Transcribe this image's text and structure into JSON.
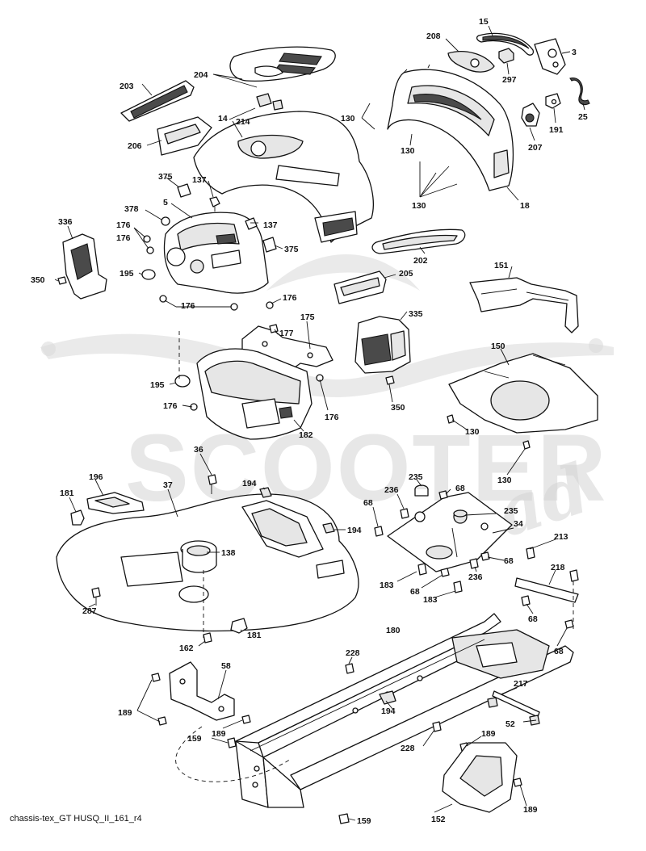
{
  "caption": "chassis-tex_GT HUSQ_II_161_r4",
  "watermark": {
    "brand": "SCOOTER",
    "script": "ad"
  },
  "callouts": [
    {
      "id": "c15",
      "label": "15"
    },
    {
      "id": "c208",
      "label": "208"
    },
    {
      "id": "c3",
      "label": "3"
    },
    {
      "id": "c297",
      "label": "297"
    },
    {
      "id": "c25",
      "label": "25"
    },
    {
      "id": "c191",
      "label": "191"
    },
    {
      "id": "c207",
      "label": "207"
    },
    {
      "id": "c18",
      "label": "18"
    },
    {
      "id": "c130a",
      "label": "130"
    },
    {
      "id": "c130b",
      "label": "130"
    },
    {
      "id": "c130c",
      "label": "130"
    },
    {
      "id": "c204",
      "label": "204"
    },
    {
      "id": "c203",
      "label": "203"
    },
    {
      "id": "c214",
      "label": "214"
    },
    {
      "id": "c14",
      "label": "14"
    },
    {
      "id": "c206",
      "label": "206"
    },
    {
      "id": "c375a",
      "label": "375"
    },
    {
      "id": "c137a",
      "label": "137"
    },
    {
      "id": "c378",
      "label": "378"
    },
    {
      "id": "c5",
      "label": "5"
    },
    {
      "id": "c137b",
      "label": "137"
    },
    {
      "id": "c336",
      "label": "336"
    },
    {
      "id": "c176a",
      "label": "176"
    },
    {
      "id": "c176b",
      "label": "176"
    },
    {
      "id": "c375b",
      "label": "375"
    },
    {
      "id": "c202",
      "label": "202"
    },
    {
      "id": "c195a",
      "label": "195"
    },
    {
      "id": "c350a",
      "label": "350"
    },
    {
      "id": "c205",
      "label": "205"
    },
    {
      "id": "c176c",
      "label": "176"
    },
    {
      "id": "c176d",
      "label": "176"
    },
    {
      "id": "c151",
      "label": "151"
    },
    {
      "id": "c175",
      "label": "175"
    },
    {
      "id": "c177",
      "label": "177"
    },
    {
      "id": "c335",
      "label": "335"
    },
    {
      "id": "c150",
      "label": "150"
    },
    {
      "id": "c195b",
      "label": "195"
    },
    {
      "id": "c176e",
      "label": "176"
    },
    {
      "id": "c176f",
      "label": "176"
    },
    {
      "id": "c350b",
      "label": "350"
    },
    {
      "id": "c130d",
      "label": "130"
    },
    {
      "id": "c182",
      "label": "182"
    },
    {
      "id": "c130e",
      "label": "130"
    },
    {
      "id": "c36",
      "label": "36"
    },
    {
      "id": "c235a",
      "label": "235"
    },
    {
      "id": "c196",
      "label": "196"
    },
    {
      "id": "c37",
      "label": "37"
    },
    {
      "id": "c194a",
      "label": "194"
    },
    {
      "id": "c236a",
      "label": "236"
    },
    {
      "id": "c68a",
      "label": "68"
    },
    {
      "id": "c181a",
      "label": "181"
    },
    {
      "id": "c68b",
      "label": "68"
    },
    {
      "id": "c235b",
      "label": "235"
    },
    {
      "id": "c194b",
      "label": "194"
    },
    {
      "id": "c34",
      "label": "34"
    },
    {
      "id": "c213",
      "label": "213"
    },
    {
      "id": "c138",
      "label": "138"
    },
    {
      "id": "c68c",
      "label": "68"
    },
    {
      "id": "c218",
      "label": "218"
    },
    {
      "id": "c183a",
      "label": "183"
    },
    {
      "id": "c236b",
      "label": "236"
    },
    {
      "id": "c68d",
      "label": "68"
    },
    {
      "id": "c183b",
      "label": "183"
    },
    {
      "id": "c287",
      "label": "287"
    },
    {
      "id": "c68e",
      "label": "68"
    },
    {
      "id": "c180",
      "label": "180"
    },
    {
      "id": "c181b",
      "label": "181"
    },
    {
      "id": "c162",
      "label": "162"
    },
    {
      "id": "c68f",
      "label": "68"
    },
    {
      "id": "c228a",
      "label": "228"
    },
    {
      "id": "c58",
      "label": "58"
    },
    {
      "id": "c217",
      "label": "217"
    },
    {
      "id": "c189a",
      "label": "189"
    },
    {
      "id": "c194c",
      "label": "194"
    },
    {
      "id": "c52",
      "label": "52"
    },
    {
      "id": "c189b",
      "label": "189"
    },
    {
      "id": "c159a",
      "label": "159"
    },
    {
      "id": "c228b",
      "label": "228"
    },
    {
      "id": "c189c",
      "label": "189"
    },
    {
      "id": "c189d",
      "label": "189"
    },
    {
      "id": "c152",
      "label": "152"
    },
    {
      "id": "c159b",
      "label": "159"
    }
  ]
}
